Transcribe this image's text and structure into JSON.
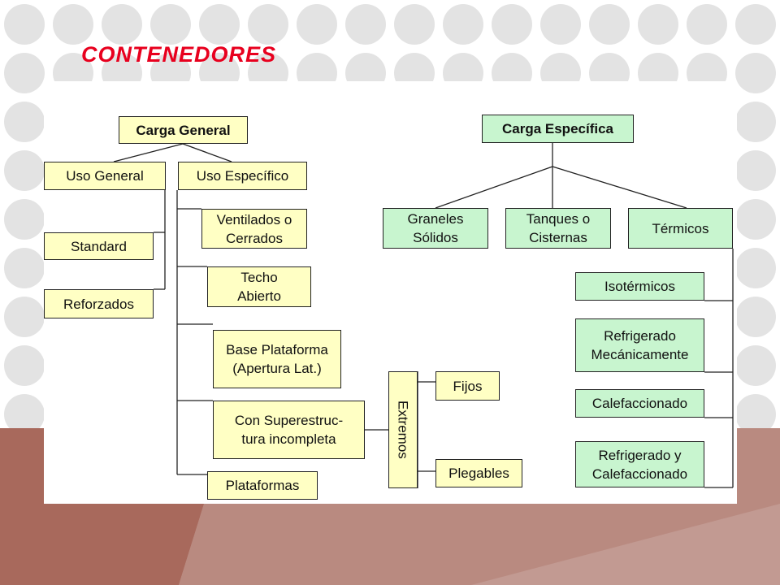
{
  "slide": {
    "title": "CONTENEDORES",
    "colors": {
      "title": "#e8001e",
      "yellow_box": "#ffffc4",
      "green_box": "#c8f5cf",
      "brown_band": "#a8695c"
    }
  },
  "diagram": {
    "general": {
      "root": "Carga General",
      "uso_general": "Uso General",
      "uso_especifico": "Uso Específico",
      "standard": "Standard",
      "reforzados": "Reforzados",
      "ventilados": "Ventilados o\nCerrados",
      "techo": "Techo\nAbierto",
      "base_plataforma": "Base Plataforma\n(Apertura Lat.)",
      "superestructura": "Con Superestruc-\ntura incompleta",
      "plataformas": "Plataformas",
      "extremos": "Extremos",
      "fijos": "Fijos",
      "plegables": "Plegables"
    },
    "especifica": {
      "root": "Carga Específica",
      "graneles": "Graneles\nSólidos",
      "tanques": "Tanques o\nCisternas",
      "termicos": "Térmicos",
      "isotermicos": "Isotérmicos",
      "refrigerado": "Refrigerado\nMecánicamente",
      "calefaccionado": "Calefaccionado",
      "refrig_calef": "Refrigerado y\nCalefaccionado"
    }
  }
}
